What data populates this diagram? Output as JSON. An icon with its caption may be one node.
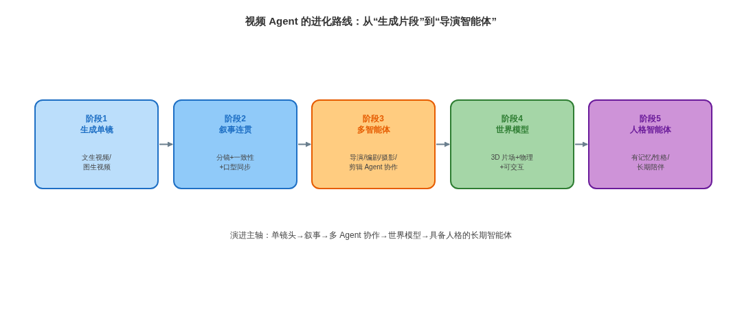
{
  "diagram": {
    "title": "视频 Agent 的进化路线：从“生成片段”到“导演智能体”",
    "nodes": [
      {
        "text": [
          "阶段1",
          "生成单镜",
          "文生视频/图生视频"
        ]
      },
      {
        "text": [
          "阶段2",
          "叙事连贯",
          "分镜+一致性+口型同步"
        ]
      },
      {
        "text": [
          "阶段3",
          "多智能体",
          "导演/编剧/摄影/剪辑 Agent 协作"
        ]
      },
      {
        "text": [
          "阶段4",
          "世界模型",
          "3D 片场+物理+可交互"
        ]
      },
      {
        "text": [
          "阶段5",
          "人格智能体",
          "有记忆/性格/长期陪伴"
        ]
      }
    ],
    "edges": [
      {
        "from": 0,
        "to": 1,
        "arrow": "to"
      },
      {
        "from": 1,
        "to": 2,
        "arrow": "to"
      },
      {
        "from": 2,
        "to": 3,
        "arrow": "to"
      },
      {
        "from": 3,
        "to": 4,
        "arrow": "to"
      }
    ],
    "caption": "演进主轴：单镜头→叙事→多 Agent 协作→世界模型→具备人格的长期智能体"
  }
}
